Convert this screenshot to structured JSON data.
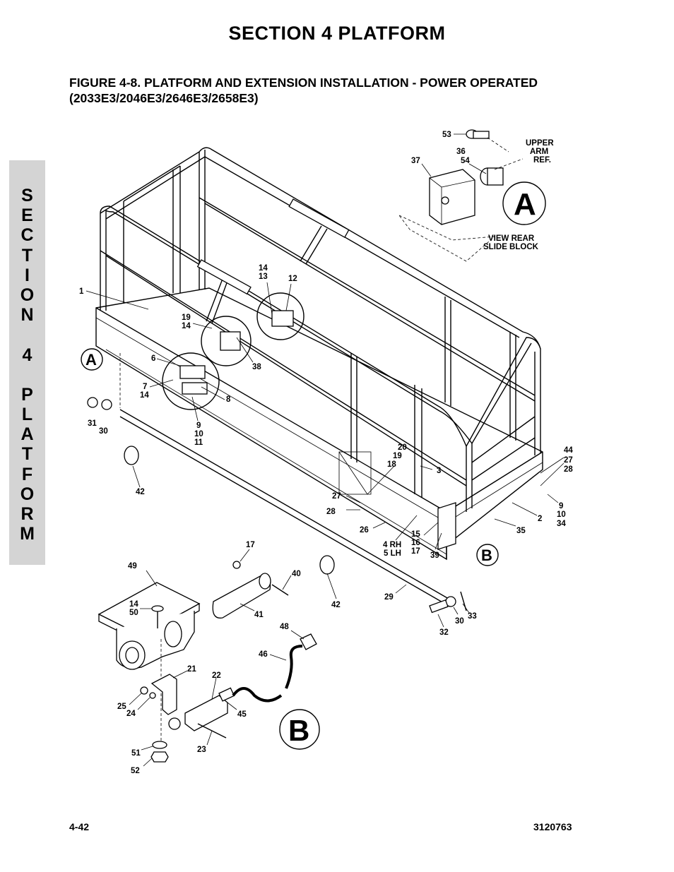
{
  "header": {
    "section": "SECTION 4    PLATFORM",
    "figure_line1": "FIGURE 4-8. PLATFORM AND EXTENSION INSTALLATION - POWER OPERATED",
    "figure_line2": "(2033E3/2046E3/2646E3/2658E3)"
  },
  "side_tab": {
    "letters": [
      "S",
      "E",
      "C",
      "T",
      "I",
      "O",
      "N",
      " ",
      "4",
      " ",
      "P",
      "L",
      "A",
      "T",
      "F",
      "O",
      "R",
      "M"
    ]
  },
  "detail_a": {
    "marker": "A",
    "caption_line1": "VIEW REAR",
    "caption_line2": "SLIDE BLOCK",
    "ref_line1": "UPPER",
    "ref_line2": "ARM",
    "ref_line3": "REF."
  },
  "detail_b": {
    "marker": "B"
  },
  "callouts": {
    "c53": "53",
    "c36": "36",
    "c54": "54",
    "c37": "37",
    "c1": "1",
    "c14a": "14",
    "c13": "13",
    "c12": "12",
    "c19a": "19",
    "c14b": "14",
    "c38": "38",
    "c6": "6",
    "c7": "7",
    "c14c": "14",
    "c8": "8",
    "c9a": "9",
    "c10a": "10",
    "c11": "11",
    "c31": "31",
    "c30a": "30",
    "c42a": "42",
    "c20": "20",
    "c19b": "19",
    "c18": "18",
    "c3": "3",
    "c44": "44",
    "c27a": "27",
    "c28a": "28",
    "c27b": "27",
    "c28b": "28",
    "c26": "26",
    "c15": "15",
    "c16": "16",
    "c17a": "17",
    "c4rh": "4 RH",
    "c5lh": "5 LH",
    "c39": "39",
    "c9b": "9",
    "c10b": "10",
    "c34": "34",
    "c2": "2",
    "c35": "35",
    "c17b": "17",
    "c49": "49",
    "c40": "40",
    "c41": "41",
    "c42b": "42",
    "c29": "29",
    "c14d": "14",
    "c50": "50",
    "c48": "48",
    "c46": "46",
    "c32": "32",
    "c30b": "30",
    "c33": "33",
    "c21": "21",
    "c22": "22",
    "c25": "25",
    "c24": "24",
    "c45": "45",
    "c23": "23",
    "c51": "51",
    "c52": "52"
  },
  "footer": {
    "page": "4-42",
    "doc_number": "3120763"
  }
}
